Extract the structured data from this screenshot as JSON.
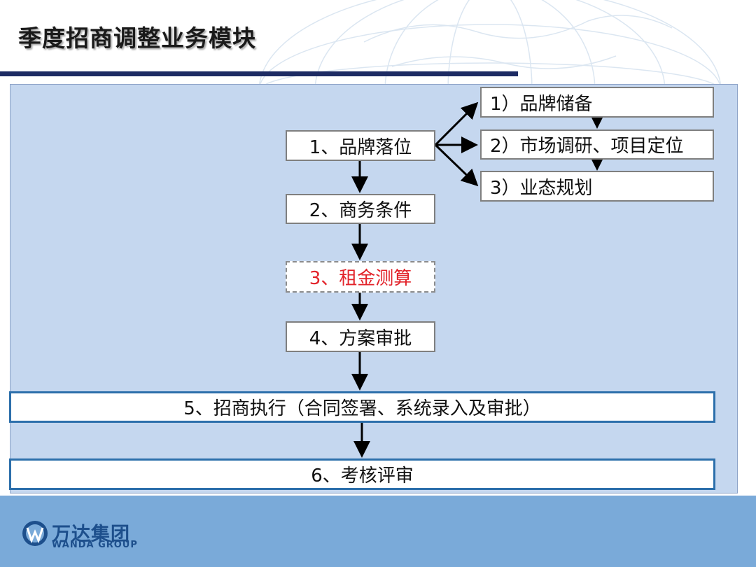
{
  "title": "季度招商调整业务模块",
  "colors": {
    "title_bar": "#1d2b63",
    "panel": "#c5d7ef",
    "footer": "#7aaad9",
    "highlight_text": "#e2232a",
    "wide_box_border": "#2c6fab"
  },
  "steps": {
    "s1": "1、品牌落位",
    "s2": "2、商务条件",
    "s3": "3、租金测算",
    "s4": "4、方案审批",
    "s5": "5、招商执行（合同签署、系统录入及审批）",
    "s6": "6、考核评审"
  },
  "substeps": {
    "a": "1）品牌储备",
    "b": "2）市场调研、项目定位",
    "c": "3）业态规划"
  },
  "logo": {
    "name_cn": "万达集团",
    "name_en": "WANDA GROUP",
    "icon": "wanda-logo-icon"
  }
}
